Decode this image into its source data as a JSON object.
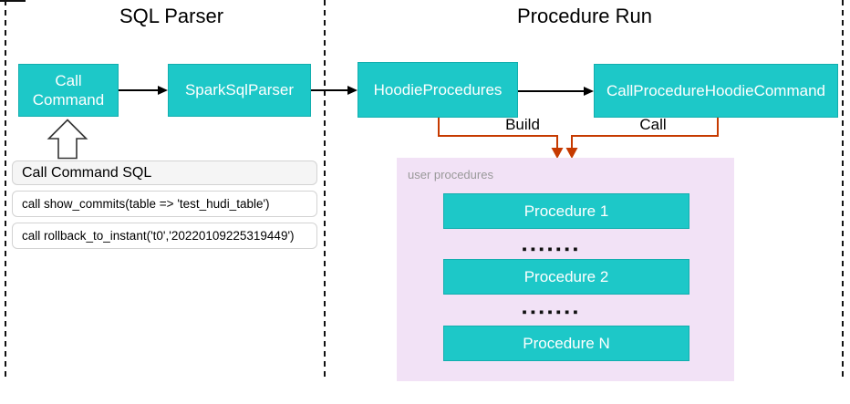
{
  "colors": {
    "teal": "#1DC8C8",
    "teal_border": "#12AEAE",
    "red": "#C63A00",
    "purple": "#F2E2F6",
    "label_gray": "#999999",
    "table_header_bg": "#F5F5F5",
    "table_border": "#D3D3D3",
    "line_black": "#111111"
  },
  "sections": {
    "sql_parser": {
      "title": "SQL Parser",
      "nodes": {
        "call_command": "Call Command",
        "spark_sql_parser": "SparkSqlParser"
      },
      "sql_table": {
        "header": "Call Command SQL",
        "rows": [
          "call show_commits(table => 'test_hudi_table')",
          "call rollback_to_instant('t0','20220109225319449')"
        ]
      }
    },
    "procedure_run": {
      "title": "Procedure Run",
      "nodes": {
        "hoodie_procedures": "HoodieProcedures",
        "call_procedure_hoodie_command": "CallProcedureHoodieCommand"
      },
      "edge_labels": {
        "build": "Build",
        "call": "Call"
      },
      "user_procedures": {
        "label": "user procedures",
        "items": [
          "Procedure 1",
          "Procedure 2",
          "Procedure N"
        ],
        "separator_dots": "▪▪▪▪▪▪▪"
      }
    }
  }
}
